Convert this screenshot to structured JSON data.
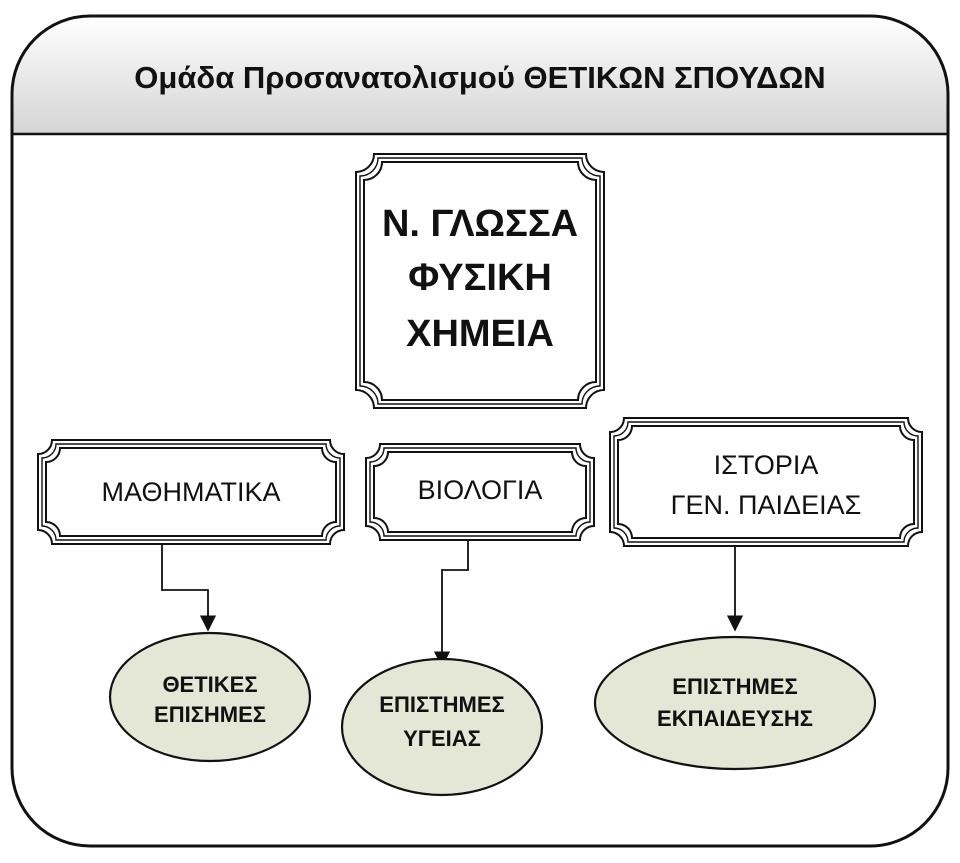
{
  "header": {
    "title": "Ομάδα Προσανατολισμού ΘΕΤΙΚΩΝ ΣΠΟΥΔΩΝ"
  },
  "core_subjects": {
    "lines": [
      "Ν. ΓΛΩΣΣΑ",
      "ΦΥΣΙΚΗ",
      "ΧΗΜΕΙΑ"
    ]
  },
  "elective_subjects": [
    {
      "lines": [
        "ΜΑΘΗΜΑΤΙΚΑ"
      ]
    },
    {
      "lines": [
        "ΒΙΟΛΟΓΙΑ"
      ]
    },
    {
      "lines": [
        "ΙΣΤΟΡΙΑ",
        "ΓΕΝ. ΠΑΙΔΕΙΑΣ"
      ]
    }
  ],
  "scientific_fields": [
    {
      "lines": [
        "ΘΕΤΙΚΕΣ",
        "ΕΠΙΣΗΜΕΣ"
      ]
    },
    {
      "lines": [
        "ΕΠΙΣΤΗΜΕΣ",
        "ΥΓΕΙΑΣ"
      ]
    },
    {
      "lines": [
        "ΕΠΙΣΤΗΜΕΣ",
        "ΕΚΠΑΙΔΕΥΣΗΣ"
      ]
    }
  ],
  "colors": {
    "outline": "#111111",
    "header_top": "#ffffff",
    "header_bottom": "#d4d4d4",
    "ellipse_fill": "#e4e6d6"
  }
}
